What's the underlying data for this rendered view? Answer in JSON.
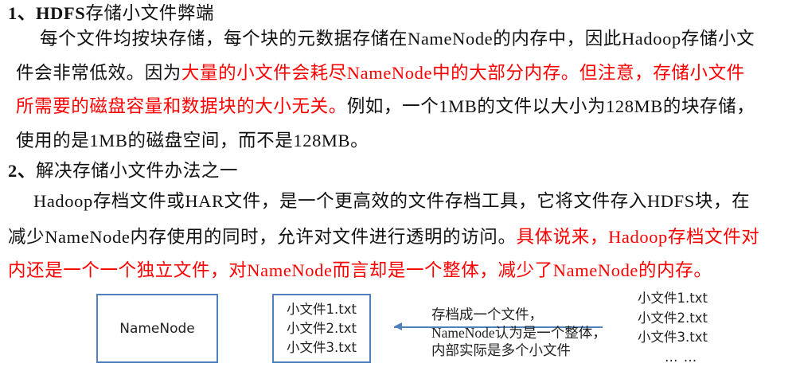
{
  "section1": {
    "number": "1、",
    "title_bold": "HDFS",
    "title_rest": "存储小文件弊端",
    "lines": [
      [
        {
          "text": "每个文件均按块存储，每个块的元数据存储在NameNode的内存中，因此Hadoop存储小文",
          "color": "black"
        }
      ],
      [
        {
          "text": "件会非常低效。因为",
          "color": "black"
        },
        {
          "text": "大量的小文件会耗尽NameNode中的大部分内存。但注意，存储小文件",
          "color": "red"
        }
      ],
      [
        {
          "text": "所需要的磁盘容量和数据块的大小无关。",
          "color": "red"
        },
        {
          "text": "例如，一个1MB的文件以大小为128MB的块存储，",
          "color": "black"
        }
      ],
      [
        {
          "text": "使用的是1MB的磁盘空间，而不是128MB。",
          "color": "black"
        }
      ]
    ]
  },
  "section2": {
    "number": "2、",
    "title": "解决存储小文件办法之一",
    "lines": [
      [
        {
          "text": "Hadoop存档文件或HAR文件，是一个更高效的文件存档工具，它将文件存入HDFS块，在",
          "color": "black"
        }
      ],
      [
        {
          "text": "减少NameNode内存使用的同时，允许对文件进行透明的访问。",
          "color": "black"
        },
        {
          "text": "具体说来，Hadoop存档文件对",
          "color": "red"
        }
      ],
      [
        {
          "text": "内还是一个一个独立文件，对NameNode而言却是一个整体，减少了NameNode的内存。",
          "color": "red"
        }
      ]
    ]
  },
  "diagram": {
    "namenode_label": "NameNode",
    "har_box_files": [
      "小文件1.txt",
      "小文件2.txt",
      "小文件3.txt"
    ],
    "description_lines": [
      "存档成一个文件，",
      "NameNode认为是一个整体，",
      "内部实际是多个小文件"
    ],
    "source_files": [
      "小文件1.txt",
      "小文件2.txt",
      "小文件3.txt",
      "… …"
    ],
    "colors": {
      "box_border": "#4f81bd",
      "arrow": "#4f81bd",
      "highlight": "#ff0000"
    }
  }
}
